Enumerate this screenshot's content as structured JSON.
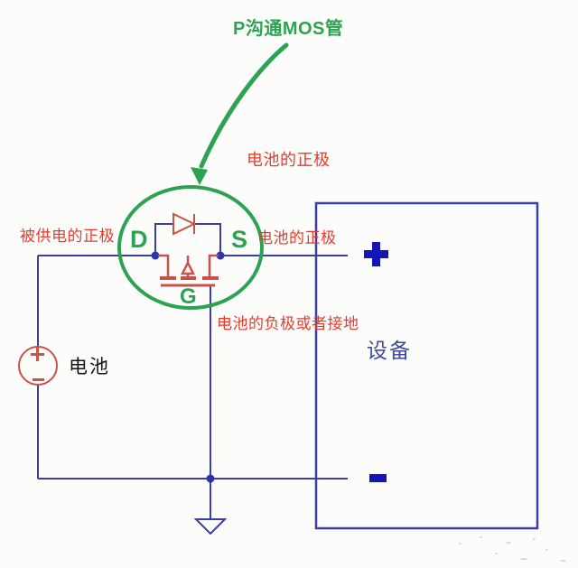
{
  "diagram": {
    "title": "P沟通MOS管",
    "annotations": {
      "battery_positive_top": "电池的正极",
      "powered_positive": "被供电的正极",
      "battery_positive_right": "电池的正极",
      "battery_negative_or_ground": "电池的负极或者接地"
    },
    "mosfet": {
      "drain": "D",
      "source": "S",
      "gate": "G"
    },
    "battery": {
      "label": "电池",
      "plus": "+",
      "minus": "−"
    },
    "device": {
      "label": "设备",
      "plus": "+",
      "minus": "−"
    },
    "colors": {
      "wire_blue": "#3b3f9f",
      "terminal_blue": "#1414b8",
      "component_red": "#c8524a",
      "annotation_red": "#e83a2e",
      "highlight_green": "#2ca350",
      "device_text_blue": "#3f4a9b",
      "background": "#fcfcfa"
    }
  }
}
